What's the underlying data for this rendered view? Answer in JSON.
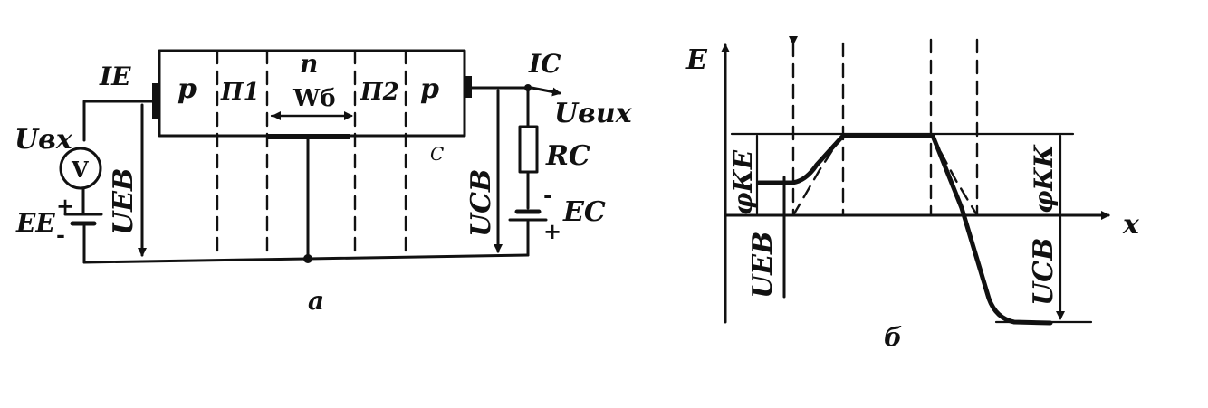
{
  "left": {
    "region1": "p",
    "region2": "П1",
    "region3": "n",
    "region3_sub": "Wб",
    "region4": "П2",
    "region5": "p",
    "emitter_current": "IE",
    "collector_current": "IC",
    "input_voltage": "Uвх",
    "output_voltage": "Uвих",
    "meter_symbol": "V",
    "emitter_voltage": "UEB",
    "collector_voltage": "UCB",
    "resistor": "RC",
    "emitter_source": "EE",
    "collector_source": "EC",
    "collector_mark": "C",
    "plus": "+",
    "minus": "-",
    "caption": "а"
  },
  "right": {
    "energy_axis": "E",
    "x_axis": "x",
    "phi_emitter": "φКЕ",
    "phi_collector": "φКК",
    "emitter_voltage": "UEB",
    "collector_voltage": "UCB",
    "caption": "б"
  }
}
